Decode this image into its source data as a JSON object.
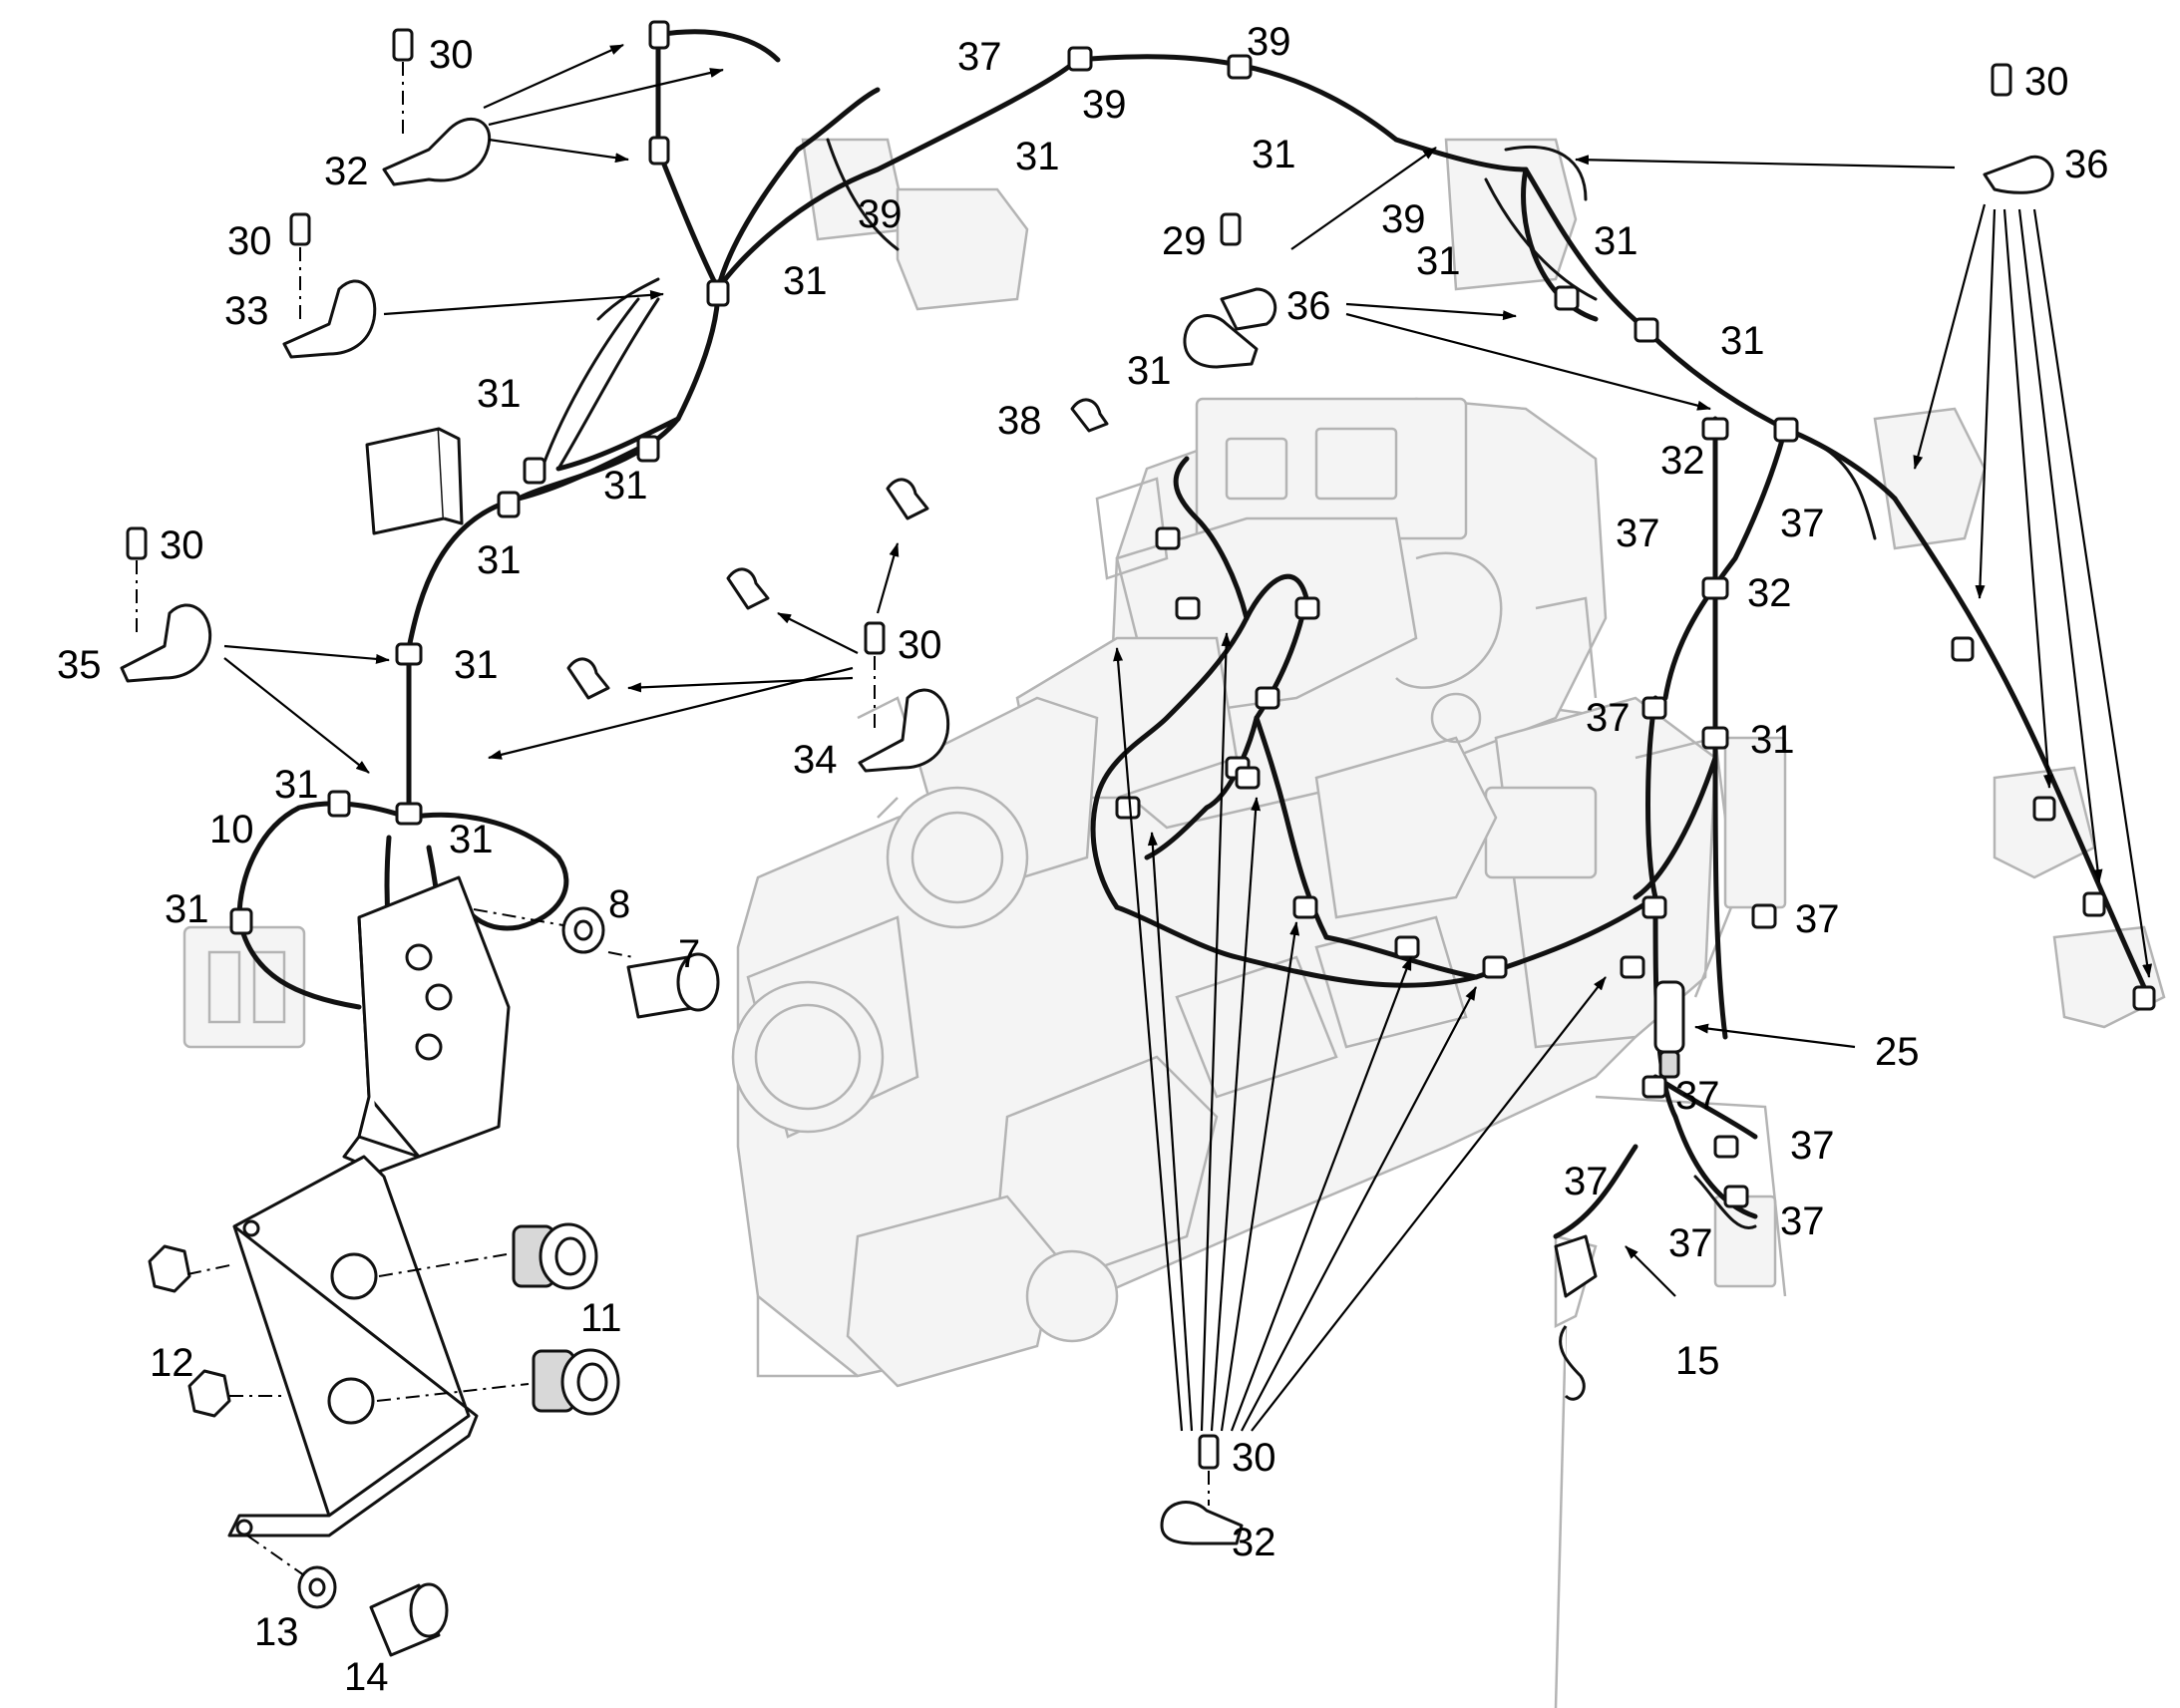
{
  "figure": {
    "labels": {
      "l7": "7",
      "l8": "8",
      "l10": "10",
      "l11": "11",
      "l12": "12",
      "l13": "13",
      "l14": "14",
      "l15": "15",
      "l25": "25",
      "l29": "29",
      "l30a": "30",
      "l30b": "30",
      "l30c": "30",
      "l30d": "30",
      "l30e": "30",
      "l30f": "30",
      "l31a": "31",
      "l31b": "31",
      "l31c": "31",
      "l31d": "31",
      "l31e": "31",
      "l31f": "31",
      "l31g": "31",
      "l31h": "31",
      "l31i": "31",
      "l31j": "31",
      "l31k": "31",
      "l31l": "31",
      "l31m": "31",
      "l31n": "31",
      "l31o": "31",
      "l32a": "32",
      "l32b": "32",
      "l32c": "32",
      "l32d": "32",
      "l33": "33",
      "l34": "34",
      "l35": "35",
      "l36a": "36",
      "l36b": "36",
      "l37a": "37",
      "l37b": "37",
      "l37c": "37",
      "l37d": "37",
      "l37e": "37",
      "l37f": "37",
      "l37g": "37",
      "l37h": "37",
      "l37i": "37",
      "l37j": "37",
      "l38": "38",
      "l39a": "39",
      "l39b": "39",
      "l39c": "39",
      "l39d": "39"
    }
  }
}
